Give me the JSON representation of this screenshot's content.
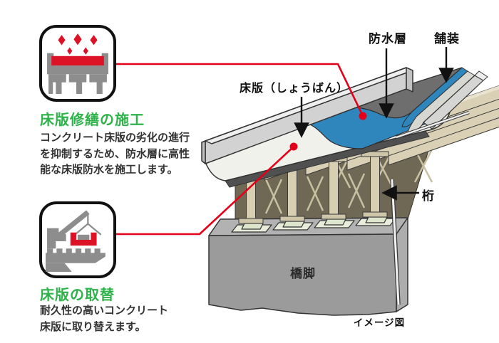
{
  "colors": {
    "accent_green": "#2eb24a",
    "accent_red": "#e50019",
    "waterproof_blue": "#2f86bd",
    "pavement_gray": "#6e6e6e",
    "icon_gray": "#8d8d8d",
    "icon_red": "#dc1327"
  },
  "left_panel": {
    "items": [
      {
        "icon": "deck-repair-waterproofing-icon",
        "title": "床版修繕の施工",
        "body_lines": [
          "コンクリート床版の劣化の進行",
          "を抑制するため、防水層に高性",
          "能な床版防水を施工します。"
        ]
      },
      {
        "icon": "deck-replacement-crane-icon",
        "title": "床版の取替",
        "body_lines": [
          "耐久性の高いコンクリート",
          "床版に取り替えます。"
        ]
      }
    ]
  },
  "diagram": {
    "labels": {
      "waterproof_layer": "防水層",
      "pavement": "舗装",
      "deck_slab": "床版（しょうばん）",
      "girder": "桁",
      "pier": "橋脚"
    },
    "caption": "イメージ図"
  }
}
